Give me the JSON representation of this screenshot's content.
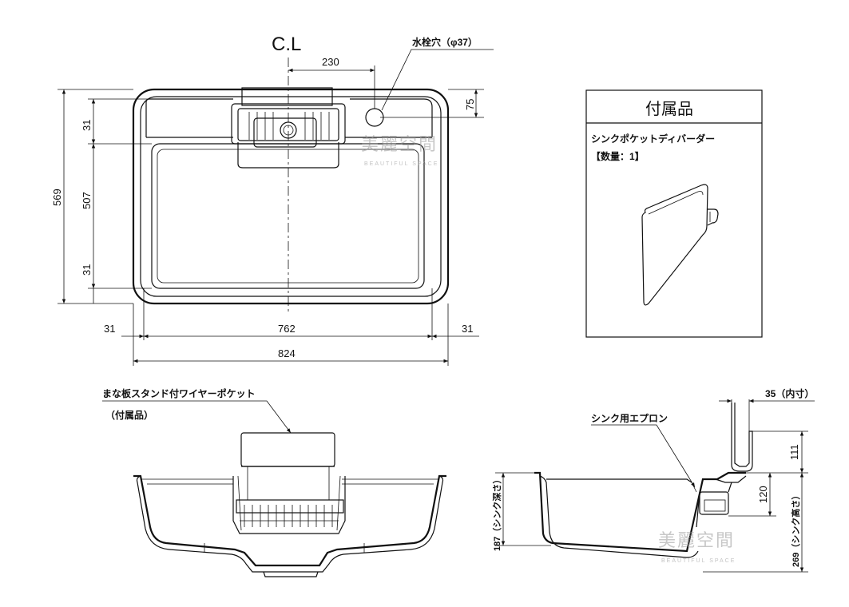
{
  "top_view": {
    "center_line": "C.L",
    "faucet_hole": "水栓穴（φ37）",
    "dim_230": "230",
    "dim_75": "75",
    "dim_569": "569",
    "dim_507": "507",
    "dim_31_top": "31",
    "dim_31_bottom": "31",
    "dim_31_left": "31",
    "dim_762": "762",
    "dim_31_right": "31",
    "dim_824": "824"
  },
  "accessory_box": {
    "title": "付属品",
    "item_name": "シンクポケットディバーダー",
    "quantity": "【数量：1】"
  },
  "front_view": {
    "label_line1": "まな板スタンド付ワイヤーポケット",
    "label_line2": "（付属品）"
  },
  "side_view": {
    "apron_label": "シンク用エプロン",
    "dim_35": "35（内寸）",
    "dim_111": "111",
    "dim_120": "120",
    "dim_187": "187（シンク深さ）",
    "dim_269": "269（シンク高さ）"
  },
  "watermark": {
    "main": "美麗空間",
    "sub": "BEAUTIFUL SPACE"
  }
}
